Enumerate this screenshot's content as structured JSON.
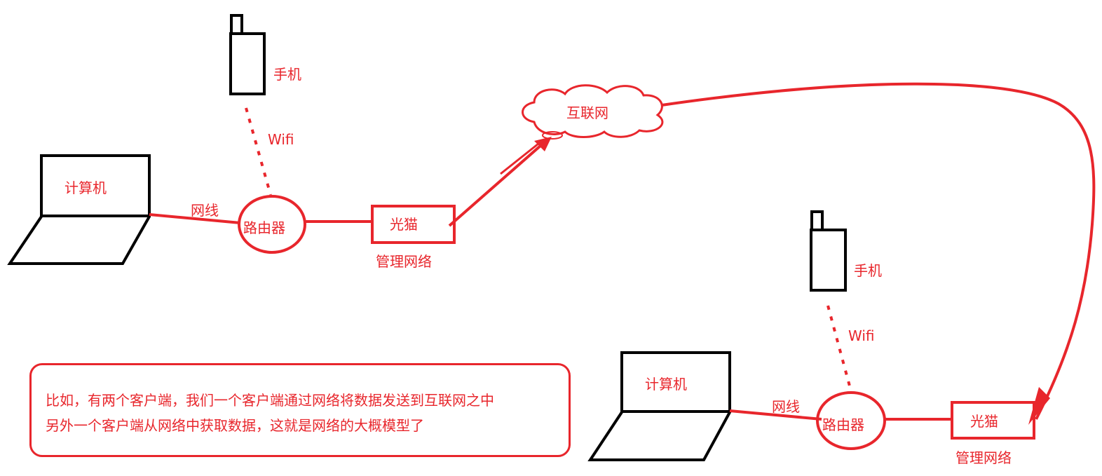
{
  "colors": {
    "accent": "#e8262c",
    "ink": "#000000"
  },
  "labels": {
    "phone": "手机",
    "wifi": "Wifi",
    "computer": "计算机",
    "cable": "网线",
    "router": "路由器",
    "modem": "光猫",
    "management": "管理网络",
    "internet": "互联网"
  },
  "note": {
    "line1": "比如，有两个客户端，我们一个客户端通过网络将数据发送到互联网之中",
    "line2": "另外一个客户端从网络中获取数据，这就是网络的大概模型了"
  }
}
